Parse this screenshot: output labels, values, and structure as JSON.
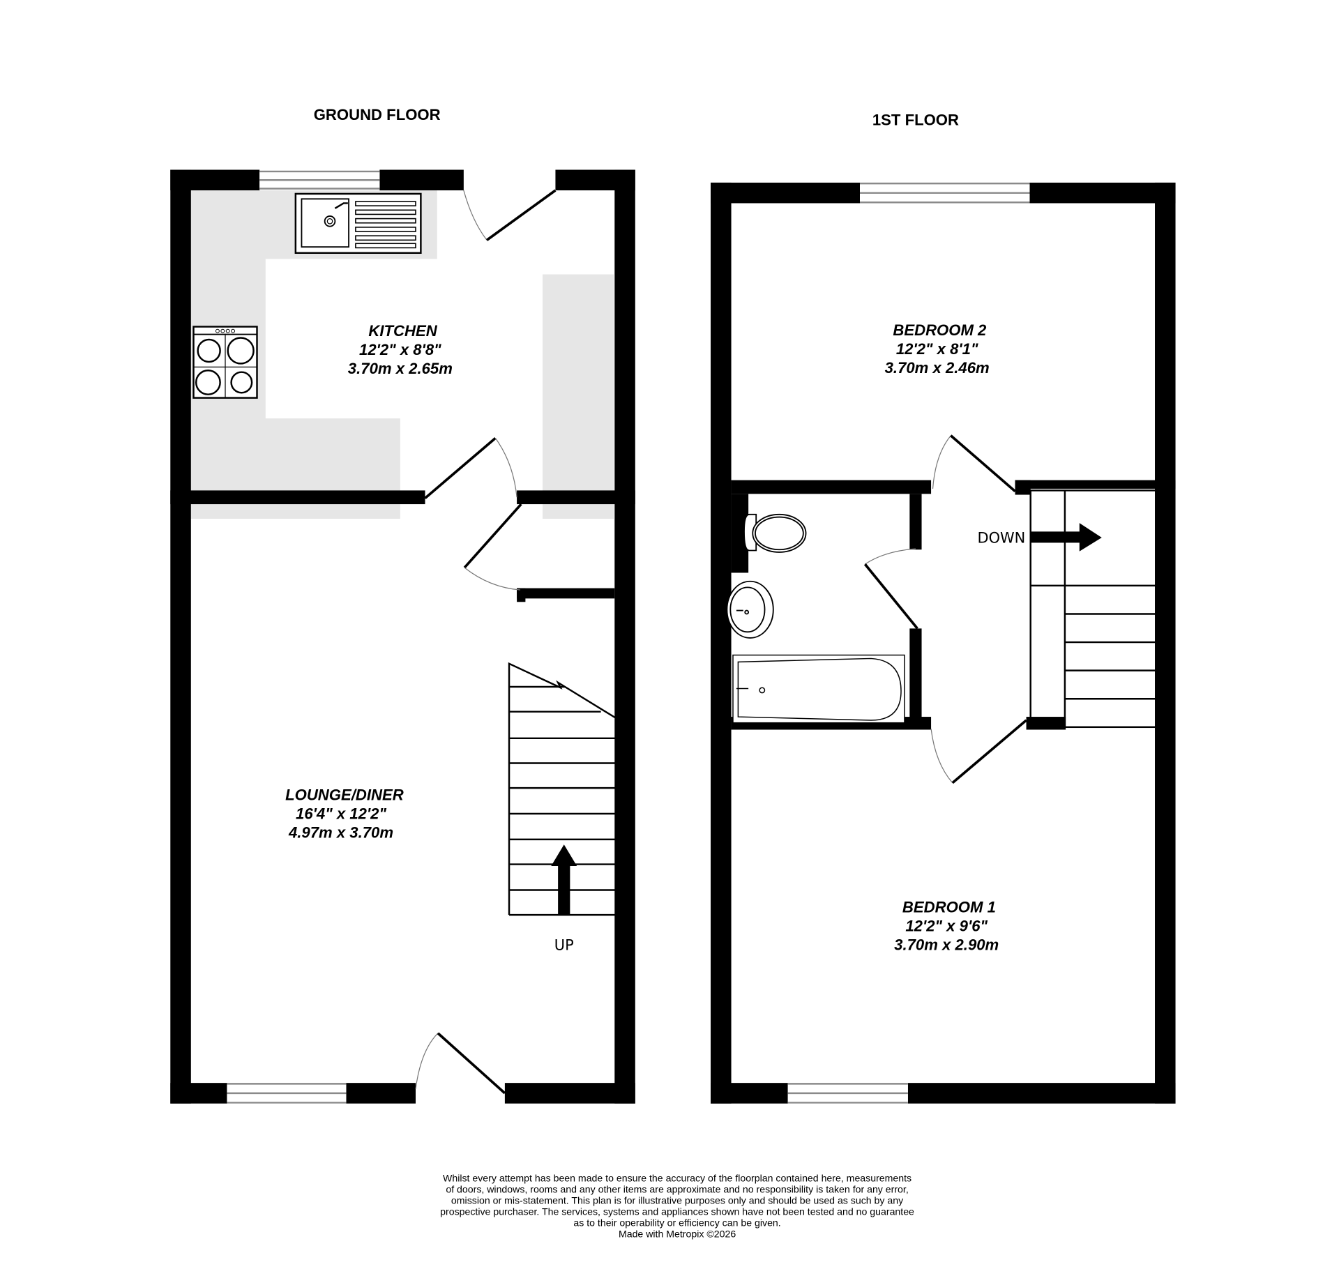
{
  "floors": [
    {
      "title": "GROUND FLOOR",
      "rooms": [
        {
          "name": "KITCHEN",
          "imperial": "12'2\"  x 8'8\"",
          "metric": "3.70m  x 2.65m"
        },
        {
          "name": "LOUNGE/DINER",
          "imperial": "16'4\"  x 12'2\"",
          "metric": "4.97m  x 3.70m"
        }
      ],
      "stairs_label": "UP"
    },
    {
      "title": "1ST FLOOR",
      "rooms": [
        {
          "name": "BEDROOM 2",
          "imperial": "12'2\"  x 8'1\"",
          "metric": "3.70m  x 2.46m"
        },
        {
          "name": "BEDROOM 1",
          "imperial": "12'2\"  x 9'6\"",
          "metric": "3.70m  x 2.90m"
        }
      ],
      "stairs_label": "DOWN"
    }
  ],
  "fixtures": [
    "sink-icon",
    "hob-icon",
    "toilet-icon",
    "basin-icon",
    "bath-icon",
    "stairs-icon",
    "window-icon",
    "door-icon"
  ],
  "disclaimer": {
    "lines": [
      "Whilst every attempt has been made to ensure the accuracy of the floorplan contained here, measurements",
      "of doors, windows, rooms and any other items are approximate and no responsibility is taken for any error,",
      "omission or mis-statement. This plan is for illustrative purposes only and should be used as such by any",
      "prospective purchaser. The services, systems and appliances shown have not been tested and no guarantee",
      "as to their operability or efficiency can be given."
    ],
    "credit": "Made with Metropix ©2026"
  },
  "colors": {
    "wall": "#000000",
    "worktop": "#e6e6e6",
    "window": "#8a8a8a",
    "background": "#ffffff"
  }
}
